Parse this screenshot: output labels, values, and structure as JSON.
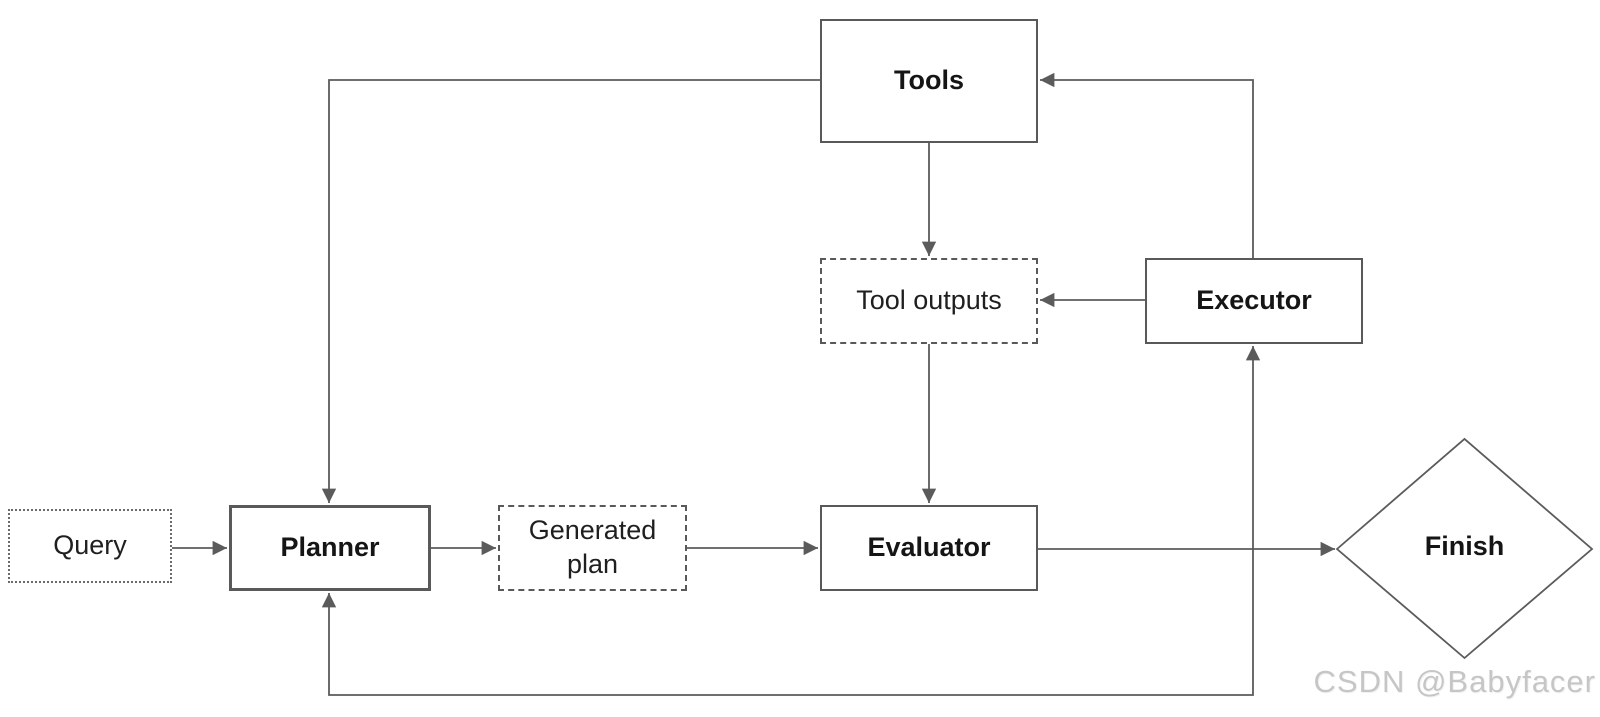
{
  "diagram": {
    "nodes": {
      "tools": {
        "label": "Tools",
        "shape": "rectangle",
        "border": "solid"
      },
      "tool_outputs": {
        "label": "Tool outputs",
        "shape": "rectangle",
        "border": "dashed"
      },
      "executor": {
        "label": "Executor",
        "shape": "rectangle",
        "border": "solid"
      },
      "query": {
        "label": "Query",
        "shape": "rectangle",
        "border": "dotted"
      },
      "planner": {
        "label": "Planner",
        "shape": "rectangle",
        "border": "solid"
      },
      "generated_plan": {
        "label": "Generated plan",
        "shape": "rectangle",
        "border": "dashed"
      },
      "evaluator": {
        "label": "Evaluator",
        "shape": "rectangle",
        "border": "solid"
      },
      "finish": {
        "label": "Finish",
        "shape": "diamond",
        "border": "solid"
      }
    },
    "edges": [
      {
        "from": "tools",
        "to": "planner"
      },
      {
        "from": "executor",
        "to": "tools"
      },
      {
        "from": "tools",
        "to": "tool_outputs"
      },
      {
        "from": "executor",
        "to": "tool_outputs"
      },
      {
        "from": "tool_outputs",
        "to": "evaluator"
      },
      {
        "from": "query",
        "to": "planner"
      },
      {
        "from": "planner",
        "to": "generated_plan"
      },
      {
        "from": "generated_plan",
        "to": "evaluator"
      },
      {
        "from": "evaluator",
        "to": "finish"
      },
      {
        "from": "evaluator",
        "to": "executor"
      },
      {
        "from": "evaluator",
        "to": "planner"
      }
    ]
  },
  "watermark": {
    "text": "CSDN @Babyfacer"
  },
  "colors": {
    "line": "#5b5b5b",
    "node_border": "#595959",
    "node_text": "#151515",
    "background": "#ffffff",
    "watermark": "#c6c6c6"
  }
}
